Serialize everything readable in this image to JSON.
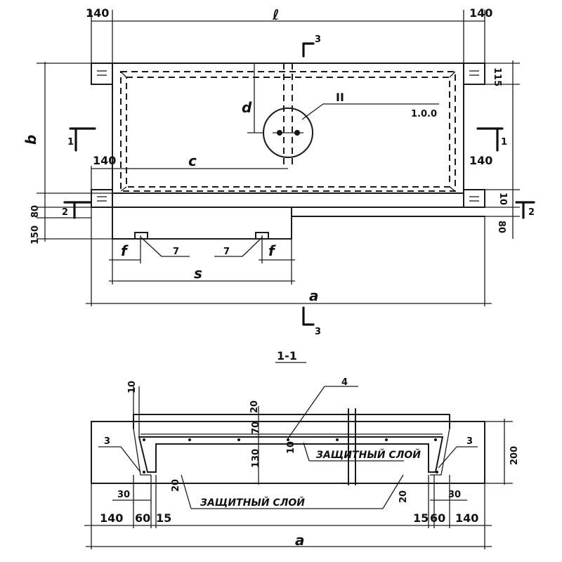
{
  "plan": {
    "dim_140": "140",
    "dim_l": "ℓ",
    "dim_b": "b",
    "dim_d": "d",
    "dim_c": "c",
    "dim_s": "s",
    "dim_a": "a",
    "dim_f": "f",
    "dim_115": "115",
    "dim_10": "10",
    "dim_80": "80",
    "dim_150": "150",
    "section_mark_1": "1",
    "section_mark_2": "2",
    "section_mark_3": "3",
    "callout_II": "II",
    "callout_100": "1.0.0",
    "callout_7": "7"
  },
  "section": {
    "title": "1-1",
    "dim_10": "10",
    "dim_20": "20",
    "dim_70": "70",
    "dim_130": "130",
    "dim_200": "200",
    "dim_30": "30",
    "dim_140": "140",
    "dim_60": "60",
    "dim_15": "15",
    "dim_a": "a",
    "callout_3": "3",
    "callout_4": "4",
    "cover_label": "ЗАЩИТНЫЙ СЛОЙ"
  }
}
